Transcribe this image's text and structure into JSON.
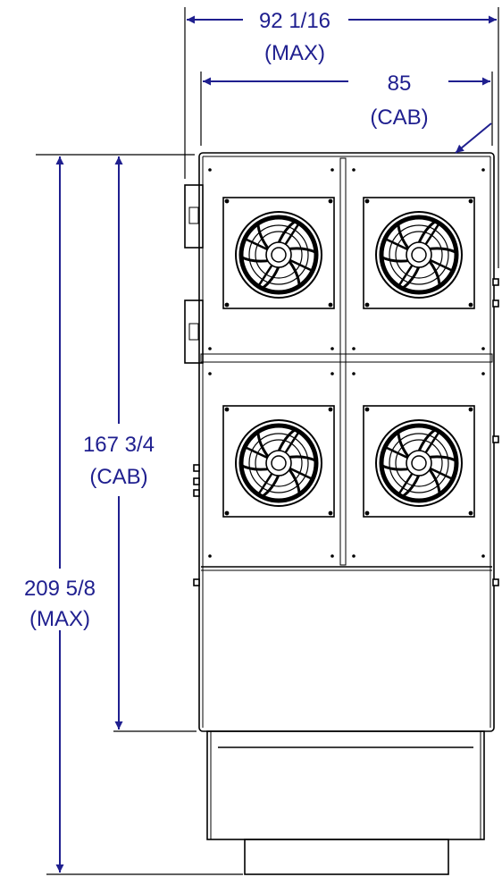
{
  "dimensions": {
    "overall_width": {
      "value": "92 1/16",
      "qualifier": "(MAX)"
    },
    "cabinet_width": {
      "value": "85",
      "qualifier": "(CAB)"
    },
    "cabinet_height": {
      "value": "167 3/4",
      "qualifier": "(CAB)"
    },
    "overall_height": {
      "value": "209 5/8",
      "qualifier": "(MAX)"
    }
  },
  "colors": {
    "dimension": "#1f1f8f",
    "outline": "#000000",
    "background": "#ffffff"
  },
  "fans": {
    "count": 4,
    "rows": 2,
    "columns": 2
  }
}
